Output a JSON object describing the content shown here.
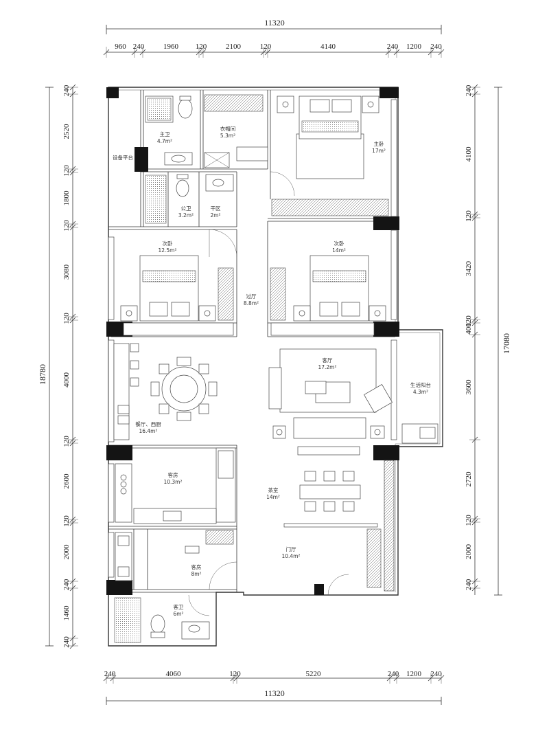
{
  "plan": {
    "overall_width_top": "11320",
    "overall_width_bottom": "11320",
    "overall_height_left": "18780",
    "overall_height_right": "17080",
    "top_dims": [
      "960",
      "240",
      "1960",
      "120",
      "2100",
      "120",
      "4140",
      "240",
      "1200",
      "240"
    ],
    "bottom_dims": [
      "240",
      "4060",
      "120",
      "5220",
      "240",
      "1200",
      "240"
    ],
    "left_dims": [
      "240",
      "2520",
      "120",
      "1800",
      "120",
      "3080",
      "120",
      "4000",
      "120",
      "2600",
      "120",
      "2000",
      "240",
      "1460",
      "240"
    ],
    "right_dims": [
      "240",
      "4100",
      "120",
      "3420",
      "120",
      "400",
      "3600",
      "2720",
      "120",
      "2000",
      "240"
    ],
    "rooms": {
      "master_bath": {
        "name": "主卫",
        "area": "4.7m²"
      },
      "cloakroom": {
        "name": "衣帽间",
        "area": "5.3m²"
      },
      "master_bed": {
        "name": "主卧",
        "area": "17m²"
      },
      "equipment": {
        "name": "设备平台",
        "area": ""
      },
      "public_wc": {
        "name": "公卫",
        "area": "3.2m²"
      },
      "dry_zone": {
        "name": "干区",
        "area": "2m²"
      },
      "second_bed_left": {
        "name": "次卧",
        "area": "12.5m²"
      },
      "second_bed_right": {
        "name": "次卧",
        "area": "14m²"
      },
      "hallway": {
        "name": "过厅",
        "area": "8.8m²"
      },
      "living": {
        "name": "客厅",
        "area": "17.2m²"
      },
      "service_balcony": {
        "name": "生活阳台",
        "area": "4.3m²"
      },
      "dining": {
        "name": "餐厅、西厨",
        "area": "16.4m²"
      },
      "kitchen": {
        "name": "客房",
        "area": "10.3m²"
      },
      "tea": {
        "name": "茶室",
        "area": "14m²"
      },
      "entry": {
        "name": "门厅",
        "area": "10.4m²"
      },
      "guest": {
        "name": "客房",
        "area": "8m²"
      },
      "guest_wc": {
        "name": "客卫",
        "area": "6m²"
      }
    }
  }
}
